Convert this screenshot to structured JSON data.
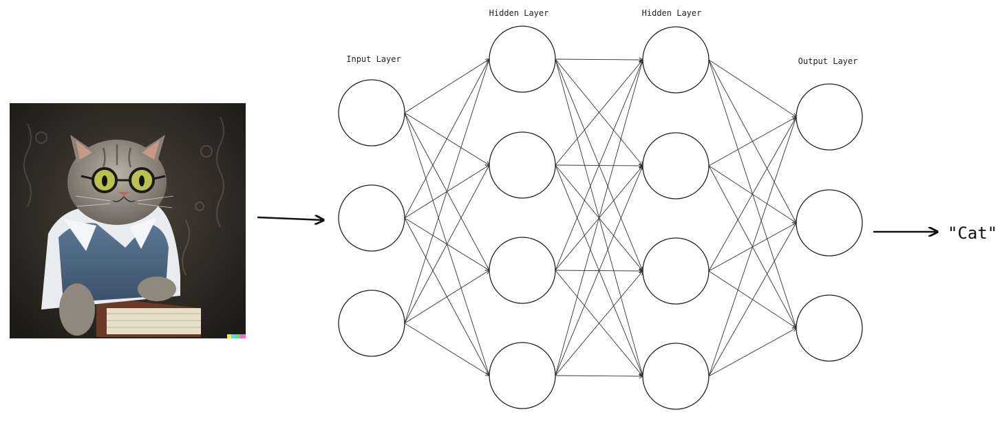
{
  "layers": [
    {
      "label": "Input Layer",
      "neurons": 3
    },
    {
      "label": "Hidden Layer",
      "neurons": 4
    },
    {
      "label": "Hidden Layer",
      "neurons": 4
    },
    {
      "label": "Output Layer",
      "neurons": 3
    }
  ],
  "input_image": {
    "subject": "cat wearing glasses, shirt and vest, with book"
  },
  "output": {
    "text": "\"Cat\""
  },
  "colors": {
    "stroke": "#222222",
    "background": "#ffffff"
  }
}
